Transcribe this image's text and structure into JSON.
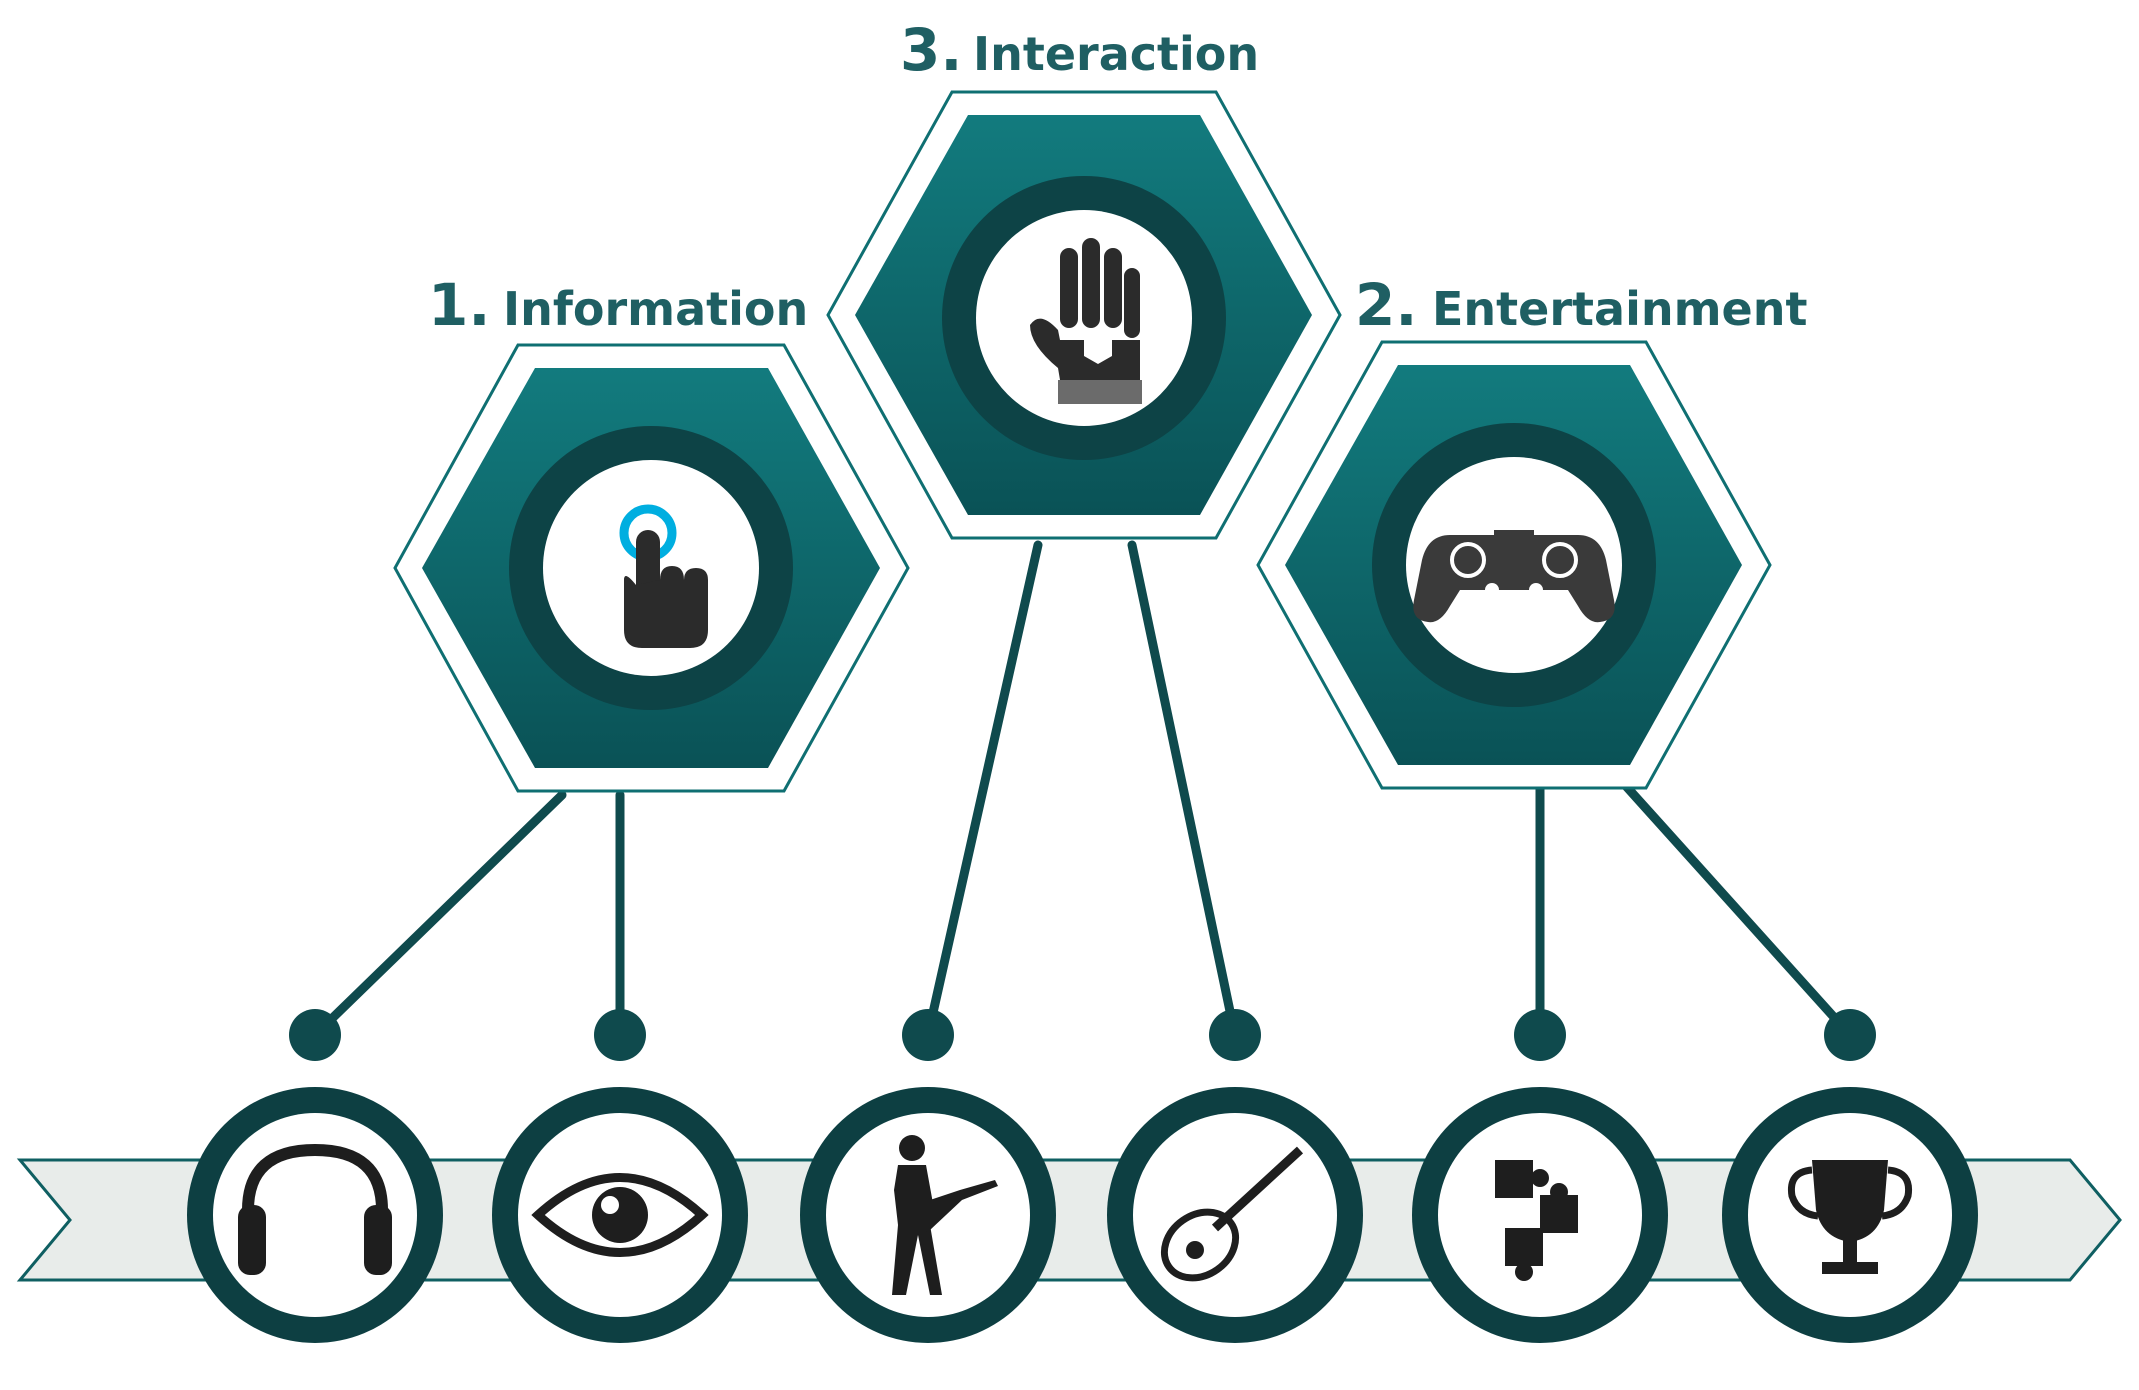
{
  "colors": {
    "teal": "#0f6f72",
    "teal_dark": "#0b4f53",
    "ring": "#0f3f42",
    "ribbon": "#e8ecea",
    "icon": "#1e1e1e",
    "accent": "#00aee0",
    "label": "#1f5f63"
  },
  "hexagons": [
    {
      "id": "information",
      "number": "1.",
      "label": "Information",
      "icon": "touch-hand-icon"
    },
    {
      "id": "interaction",
      "number": "3.",
      "label": "Interaction",
      "icon": "haptic-glove-icon"
    },
    {
      "id": "entertainment",
      "number": "2.",
      "label": "Entertainment",
      "icon": "gamepad-icon"
    }
  ],
  "timeline_icons": [
    {
      "icon": "headphones-icon",
      "parent": "information"
    },
    {
      "icon": "eye-icon",
      "parent": "information"
    },
    {
      "icon": "guitarist-icon",
      "parent": "interaction"
    },
    {
      "icon": "lute-icon",
      "parent": "interaction"
    },
    {
      "icon": "puzzle-icon",
      "parent": "entertainment"
    },
    {
      "icon": "trophy-icon",
      "parent": "entertainment"
    }
  ]
}
